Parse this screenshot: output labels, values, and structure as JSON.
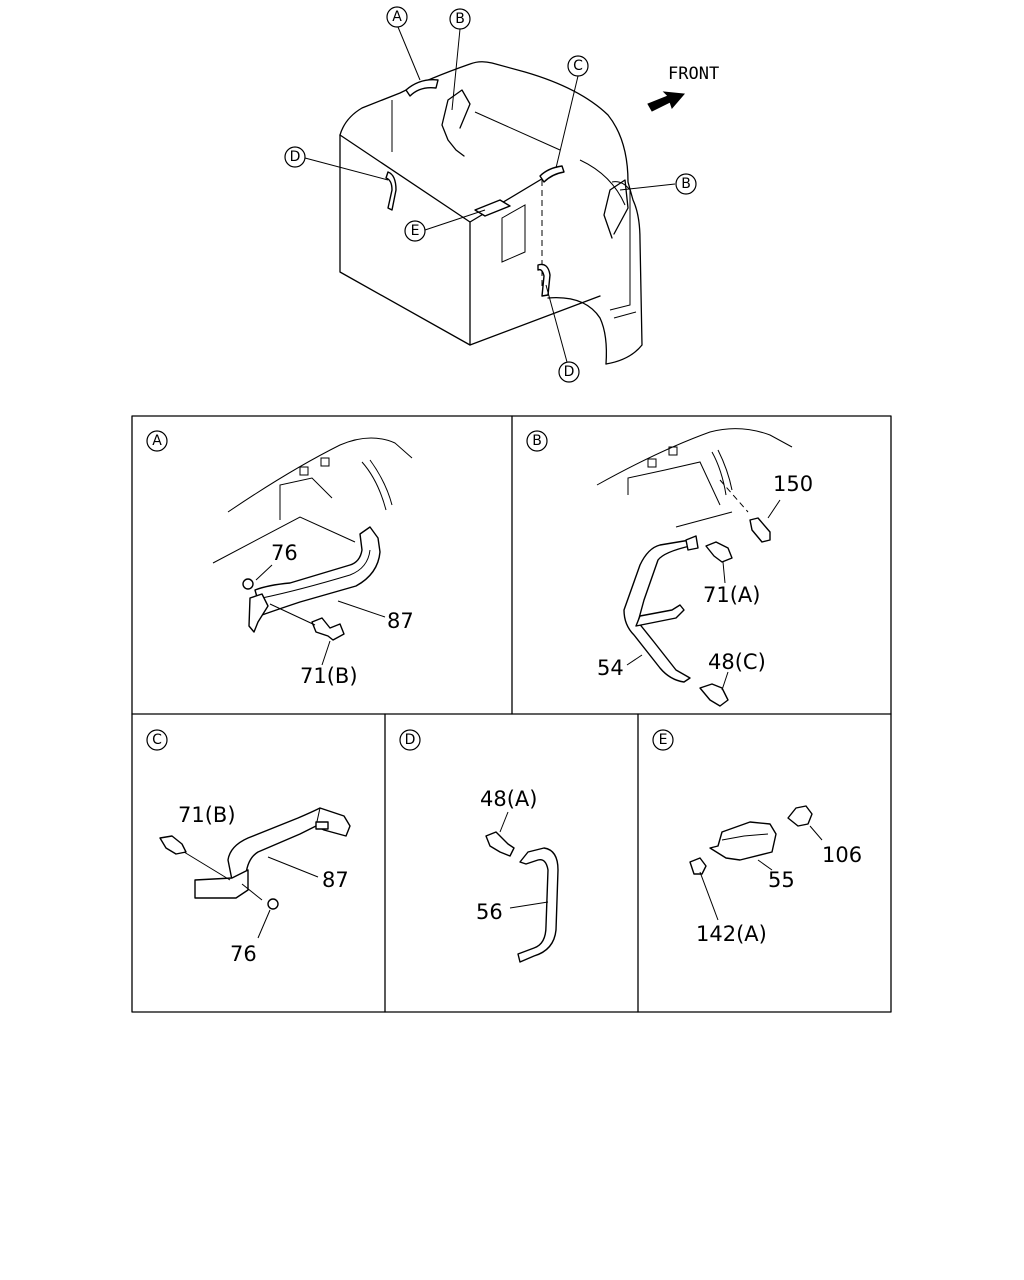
{
  "front_label": "FRONT",
  "overview": {
    "callouts": [
      "A",
      "B",
      "C",
      "D",
      "E",
      "B",
      "D"
    ]
  },
  "panels": [
    {
      "id": "A",
      "parts": [
        "76",
        "87",
        "71(B)"
      ]
    },
    {
      "id": "B",
      "parts": [
        "150",
        "71(A)",
        "48(C)",
        "54"
      ]
    },
    {
      "id": "C",
      "parts": [
        "71(B)",
        "87",
        "76"
      ]
    },
    {
      "id": "D",
      "parts": [
        "48(A)",
        "56"
      ]
    },
    {
      "id": "E",
      "parts": [
        "106",
        "55",
        "142(A)"
      ]
    }
  ]
}
